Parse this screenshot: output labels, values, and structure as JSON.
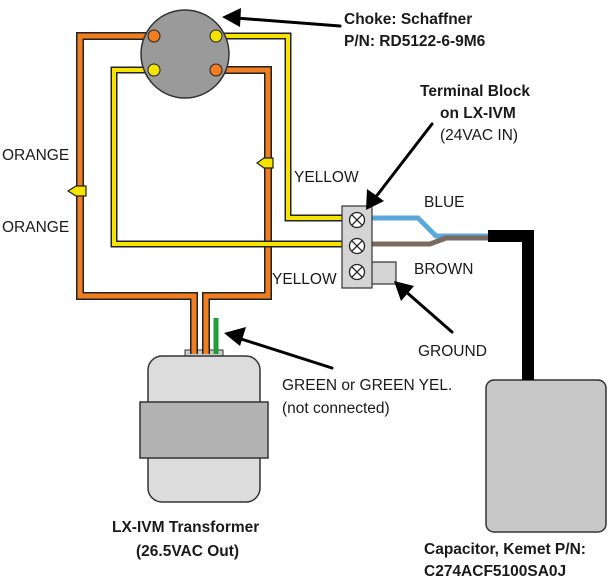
{
  "labels": {
    "choke_line1": "Choke: Schaffner",
    "choke_line2": "P/N: RD5122-6-9M6",
    "terminal_line1": "Terminal Block",
    "terminal_line2": "on LX-IVM",
    "terminal_line3": "(24VAC IN)",
    "orange_top": "ORANGE",
    "orange_bottom": "ORANGE",
    "yellow_top": "YELLOW",
    "yellow_bottom": "YELLOW",
    "blue": "BLUE",
    "brown": "BROWN",
    "ground": "GROUND",
    "green_line1": "GREEN or GREEN YEL.",
    "green_line2": "(not connected)",
    "transformer_line1": "LX-IVM Transformer",
    "transformer_line2": "(26.5VAC Out)",
    "capacitor_line1": "Capacitor, Kemet P/N:",
    "capacitor_line2": "C274ACF5100SA0J"
  },
  "colors": {
    "orange_wire": "#ef7d22",
    "yellow_wire": "#f5e400",
    "blue_wire": "#5aa8dc",
    "brown_wire": "#7a6a60",
    "green_wire": "#1f9e3a",
    "black_wire": "#000000",
    "component_gray": "#c8c8c8",
    "choke_gray": "#9a9a9a"
  },
  "icons": {
    "choke": "choke-component-icon",
    "terminal_screw": "screw-terminal-icon",
    "transformer": "transformer-icon",
    "capacitor": "capacitor-icon"
  }
}
